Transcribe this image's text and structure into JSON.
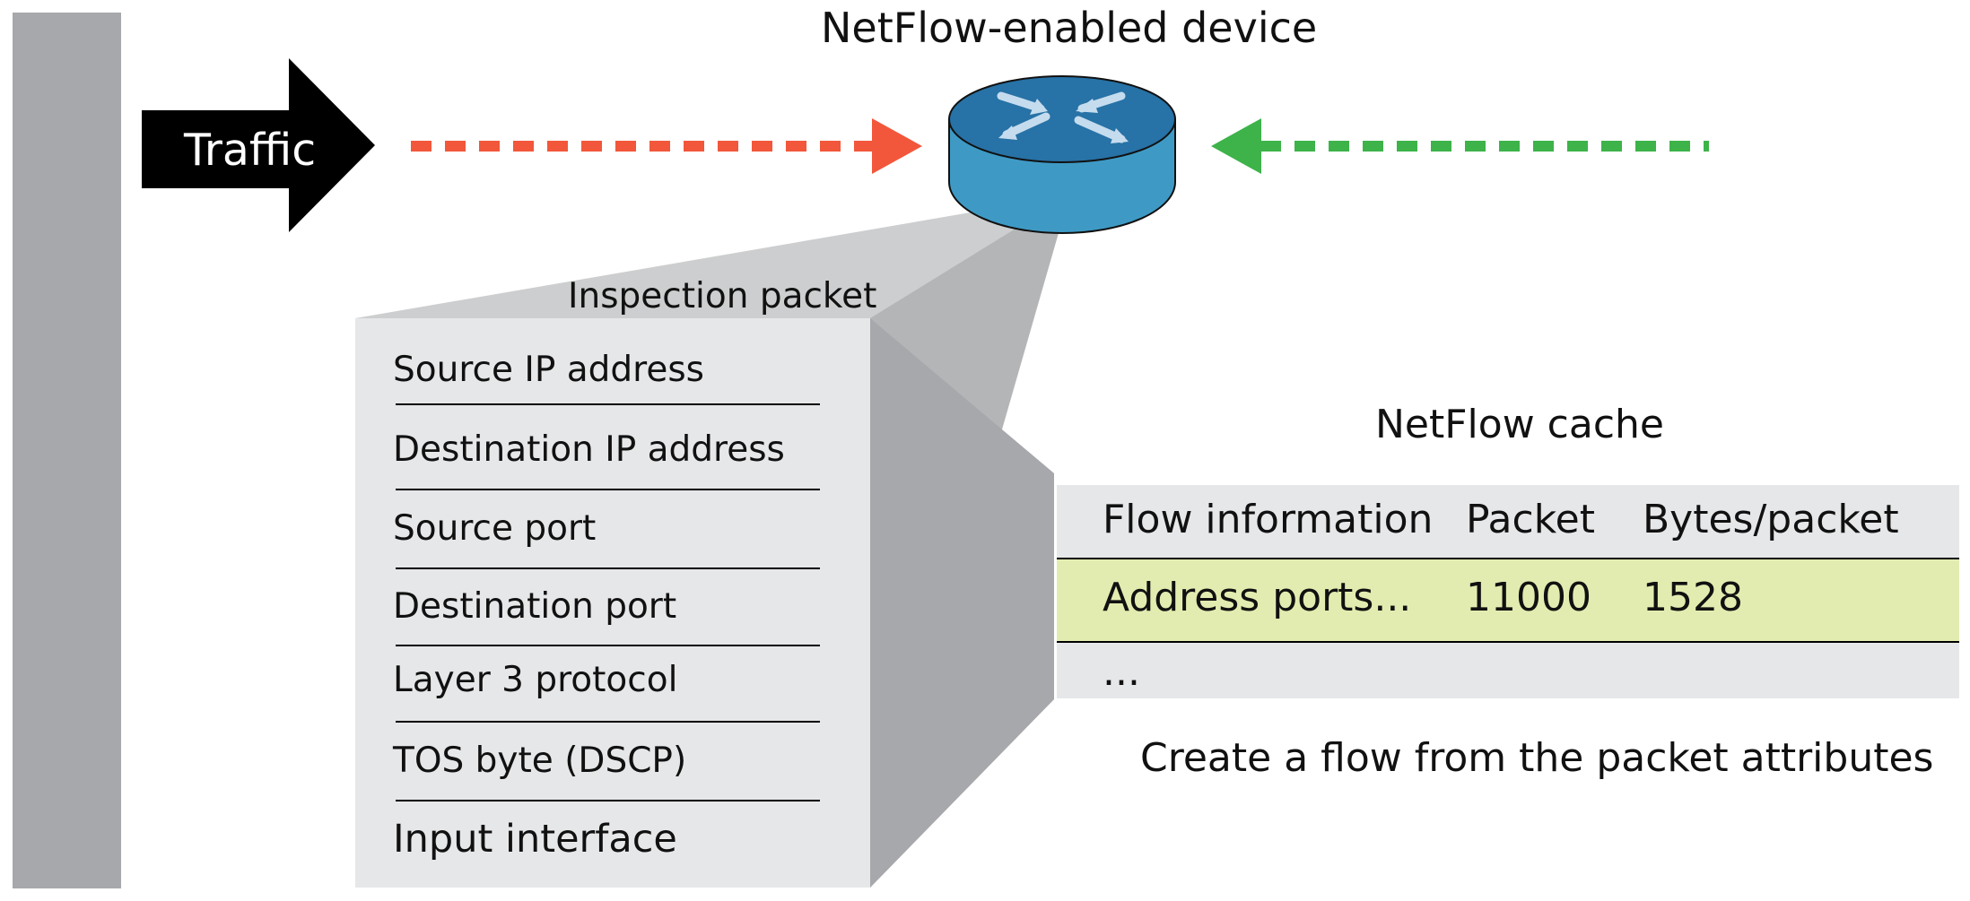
{
  "device": {
    "title": "NetFlow-enabled device"
  },
  "traffic": {
    "label": "Traffic"
  },
  "packet": {
    "title": "Inspection packet",
    "fields": [
      "Source IP address",
      "Destination IP address",
      "Source port",
      "Destination port",
      "Layer 3 protocol",
      "TOS byte (DSCP)",
      "Input interface"
    ]
  },
  "cache": {
    "title": "NetFlow cache",
    "headers": [
      "Flow information",
      "Packet",
      "Bytes/packet"
    ],
    "row": [
      "Address ports...",
      "11000",
      "1528"
    ],
    "ellipsis": "...",
    "caption": "Create a flow from the packet attributes"
  },
  "colors": {
    "incoming_arrow": "#f2573b",
    "return_arrow": "#3db34a",
    "router_top": "#2772a6",
    "router_side": "#3e9ac5",
    "highlight_row": "#e3ecb0",
    "panel": "#e6e7e9",
    "bar": "#a7a8ab"
  }
}
